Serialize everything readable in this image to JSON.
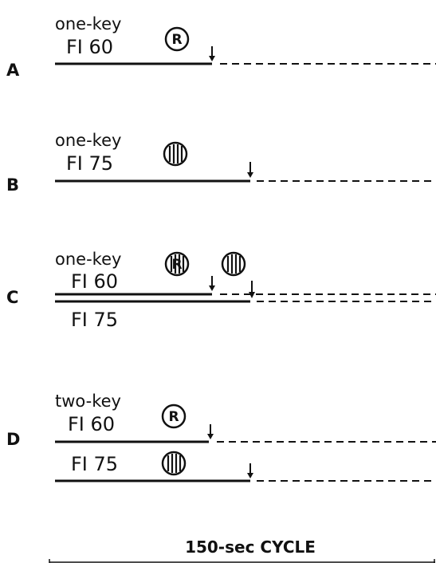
{
  "panels": {
    "a": {
      "letter": "A",
      "key_label": "one-key",
      "schedules": [
        {
          "label": "FI 60",
          "symbol": "R"
        }
      ]
    },
    "b": {
      "letter": "B",
      "key_label": "one-key",
      "schedules": [
        {
          "label": "FI 75",
          "symbol": "striped-circle"
        }
      ]
    },
    "c": {
      "letter": "C",
      "key_label": "one-key",
      "schedules": [
        {
          "label": "FI 60",
          "symbol": "R-over-striped-circle"
        },
        {
          "label": "FI 75",
          "symbol": "striped-circle"
        }
      ]
    },
    "d": {
      "letter": "D",
      "key_label": "two-key",
      "schedules": [
        {
          "label": "FI 60",
          "symbol": "R"
        },
        {
          "label": "FI 75",
          "symbol": "striped-circle"
        }
      ]
    }
  },
  "cycle": {
    "label": "150-sec CYCLE",
    "seconds": 150
  },
  "colors": {
    "ink": "#111111",
    "background": "#ffffff"
  }
}
